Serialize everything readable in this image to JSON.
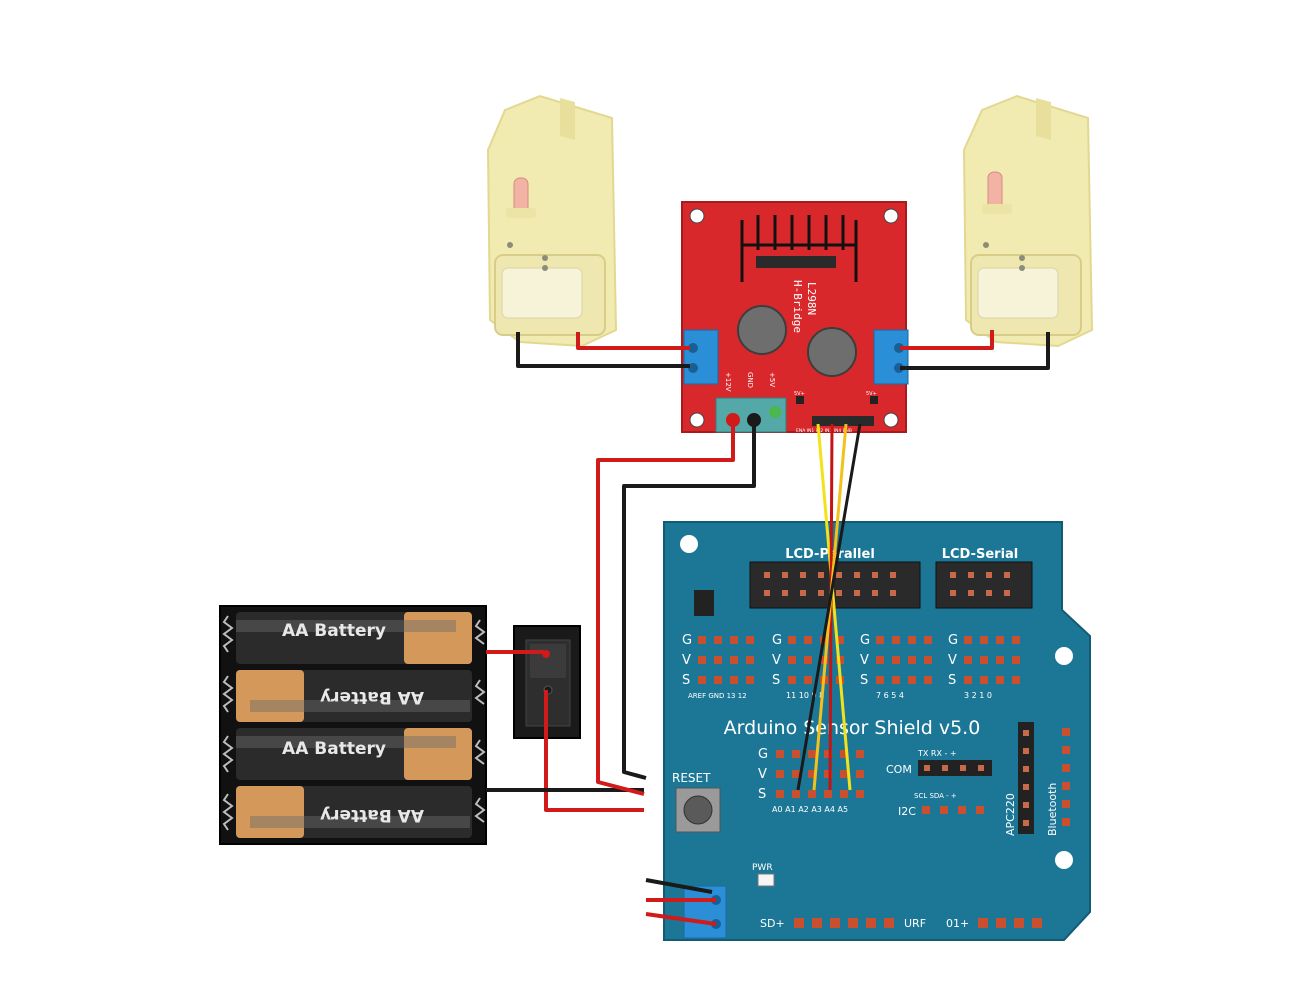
{
  "motor_driver": {
    "line1": "L298N",
    "line2": "H-Bridge",
    "pin_12v": "+12V",
    "pin_gnd": "GND",
    "pin_5v": "+5V",
    "pin_5v_a": "5V+",
    "pin_5v_b": "5V+",
    "pin_inputs": "ENA IN1 IN2 IN3 IN4 ENB"
  },
  "batteries": {
    "label": "AA Battery"
  },
  "shield": {
    "title": "Arduino Sensor Shield v5.0",
    "lcd_parallel": "LCD-Parallel",
    "lcd_serial": "LCD-Serial",
    "gvs": [
      "G",
      "V",
      "S"
    ],
    "digital_labels_1": "AREF GND 13 12",
    "digital_labels_2": "11 10 9 8",
    "digital_labels_3": "7 6 5 4",
    "digital_labels_4": "3 2 1 0",
    "analog_labels": "A0 A1 A2 A3 A4 A5",
    "reset": "RESET",
    "com": "COM",
    "tx_rx": "TX RX - +",
    "i2c": "I2C",
    "scl_sda": "SCL SDA - +",
    "apc220": "APC220",
    "bluetooth": "Bluetooth",
    "pwr": "PWR",
    "sd": "SD+",
    "urf": "URF",
    "urf01": "01+"
  },
  "colors": {
    "board_red": "#d8282b",
    "shield_blue": "#1c7797",
    "wire_red": "#d11a1a",
    "wire_black": "#1a1a1a",
    "wire_yellow": "#f2e21a",
    "terminal_blue": "#2a8fd6",
    "motor_yellow": "#f3edb4"
  }
}
